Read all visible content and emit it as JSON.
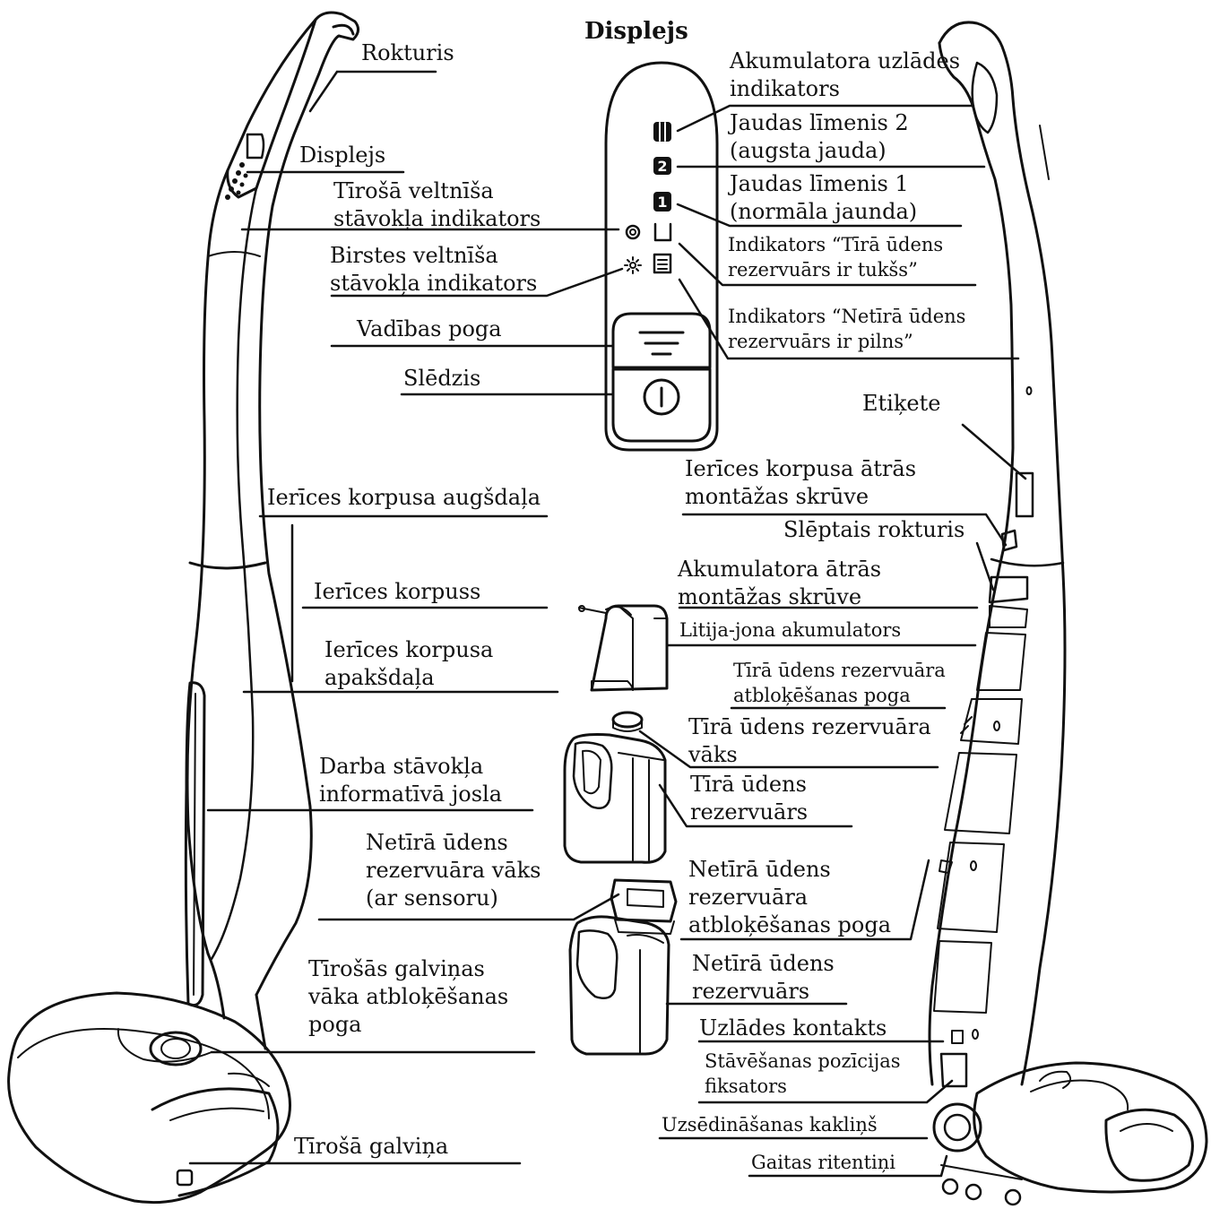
{
  "display": {
    "title": "Displejs"
  },
  "labels": {
    "rokturis": "Rokturis",
    "displejs": "Displejs",
    "tirosa_veltnisa": "Tīrošā veltnīša\nstāvokļa indikators",
    "birstes_veltnisa": "Birstes veltnīša\nstāvokļa indikators",
    "vadibas_poga": "Vadības poga",
    "sledzis": "Slēdzis",
    "korpusa_augsdala": "Ierīces korpusa augšdaļa",
    "korpuss": "Ierīces korpuss",
    "korpusa_apaksdala": "Ierīces korpusa\napakšdaļa",
    "darba_stavokla": "Darba stāvokļa\ninformatīvā josla",
    "netira_vaks": "Netīrā ūdens\nrezervuāra vāks\n(ar sensoru)",
    "galvinas_vaka": "Tīrošās galviņas\nvāka atbloķēšanas\npoga",
    "tirosa_galvina": "Tīrošā galviņa",
    "akumulatora_uzlades": "Akumulatora uzlādes\nindikators",
    "jaudas_2": "Jaudas līmenis 2\n(augsta jauda)",
    "jaudas_1": "Jaudas līmenis 1\n(normāla jaunda)",
    "tira_tukss": "Indikators “Tīrā ūdens\nrezervuārs ir tukšs”",
    "netira_pilns": "Indikators “Netīrā ūdens\nrezervuārs ir pilns”",
    "etikete": "Etiķete",
    "korpusa_skruve": "Ierīces korpusa ātrās\nmontāžas skrūve",
    "sleptais_rokturis": "Slēptais rokturis",
    "akumulatora_skruve": "Akumulatora ātrās\nmontāžas skrūve",
    "litija_jona": "Litija-jona akumulators",
    "tira_atbloksanas": "Tīrā ūdens rezervuāra\natbloķēšanas poga",
    "tira_vaks": "Tīrā ūdens rezervuāra\nvāks",
    "tira_rezervuars": "Tīrā ūdens\nrezervuārs",
    "netira_atbloksanas": "Netīrā ūdens\nrezervuāra\natbloķēšanas poga",
    "netira_rezervuars": "Netīrā ūdens\nrezervuārs",
    "uzlades_kontakts": "Uzlādes kontakts",
    "stavesanas": "Stāvēšanas pozīcijas\nfiksators",
    "uzsedinasanas": "Uzsēdināšanas kakliņš",
    "gaitas": "Gaitas ritentiņi"
  },
  "indicator_icons": {
    "battery": "battery-icon",
    "level2": "power-level-2-icon",
    "level1": "power-level-1-icon",
    "clean_tank_empty": "clean-tank-empty-icon",
    "dirty_tank_full": "dirty-tank-full-icon",
    "cleaning_roller": "cleaning-roller-icon",
    "brush_roller": "brush-roller-icon",
    "control_button": "menu-lines-icon",
    "power_switch": "power-icon"
  }
}
